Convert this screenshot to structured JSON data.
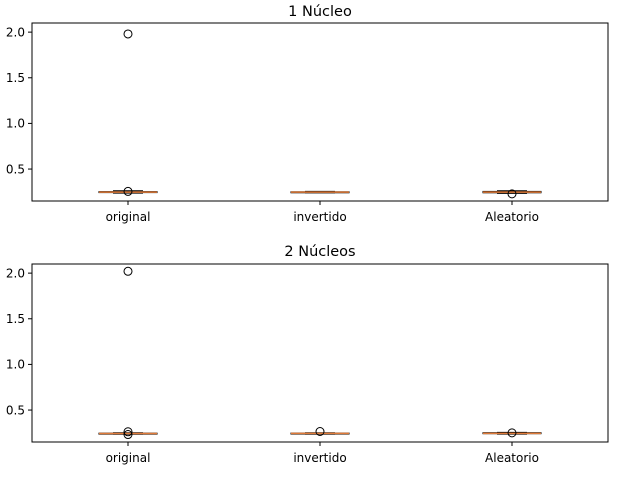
{
  "chart_data": [
    {
      "type": "box",
      "title": "1 Núcleo",
      "categories": [
        "original",
        "invertido",
        "Aleatorio"
      ],
      "ylim": [
        0.15,
        2.1
      ],
      "yticks": [
        0.5,
        1.0,
        1.5,
        2.0
      ],
      "ytick_labels": [
        "0.5",
        "1.0",
        "1.5",
        "2.0"
      ],
      "series": [
        {
          "category": "original",
          "whisker_low": 0.236,
          "q1": 0.243,
          "median": 0.247,
          "q3": 0.253,
          "whisker_high": 0.262,
          "outliers": [
            1.98,
            0.255
          ]
        },
        {
          "category": "invertido",
          "whisker_low": 0.241,
          "q1": 0.244,
          "median": 0.247,
          "q3": 0.251,
          "whisker_high": 0.256,
          "outliers": []
        },
        {
          "category": "Aleatorio",
          "whisker_low": 0.234,
          "q1": 0.24,
          "median": 0.247,
          "q3": 0.255,
          "whisker_high": 0.262,
          "outliers": [
            0.228
          ]
        }
      ],
      "colors": {
        "box": "#000000",
        "median": "#e07b39",
        "outlier": "#000000"
      }
    },
    {
      "type": "box",
      "title": "2 Núcleos",
      "categories": [
        "original",
        "invertido",
        "Aleatorio"
      ],
      "ylim": [
        0.15,
        2.1
      ],
      "yticks": [
        0.5,
        1.0,
        1.5,
        2.0
      ],
      "ytick_labels": [
        "0.5",
        "1.0",
        "1.5",
        "2.0"
      ],
      "series": [
        {
          "category": "original",
          "whisker_low": 0.236,
          "q1": 0.24,
          "median": 0.243,
          "q3": 0.247,
          "whisker_high": 0.252,
          "outliers": [
            2.02,
            0.262,
            0.232
          ]
        },
        {
          "category": "invertido",
          "whisker_low": 0.236,
          "q1": 0.24,
          "median": 0.244,
          "q3": 0.248,
          "whisker_high": 0.252,
          "outliers": [
            0.265
          ]
        },
        {
          "category": "Aleatorio",
          "whisker_low": 0.236,
          "q1": 0.241,
          "median": 0.245,
          "q3": 0.252,
          "whisker_high": 0.256,
          "outliers": [
            0.25
          ]
        }
      ],
      "colors": {
        "box": "#000000",
        "median": "#e07b39",
        "outlier": "#000000"
      }
    }
  ]
}
